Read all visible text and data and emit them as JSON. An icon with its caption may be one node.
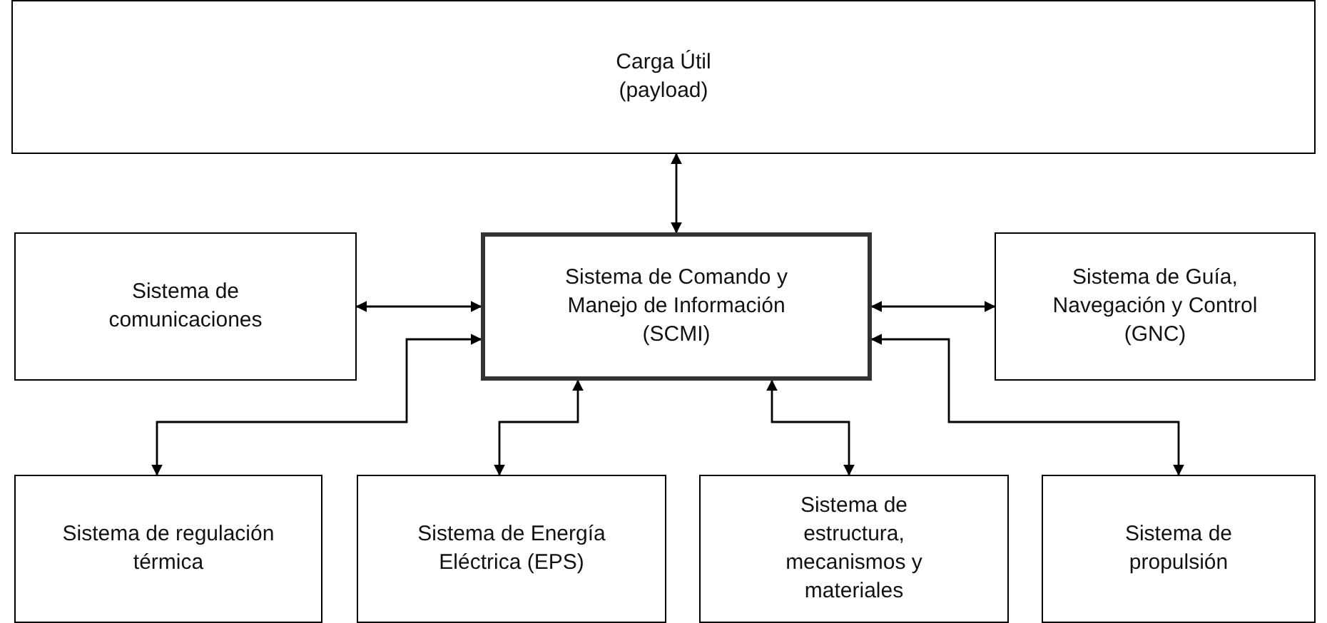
{
  "diagram": {
    "nodes": [
      {
        "text": [
          "Carga Útil (payload)"
        ]
      },
      {
        "text": [
          "Sistema de comunicaciones"
        ]
      },
      {
        "text": [
          "Sistema de Comando y Manejo de Información (SCMI)"
        ]
      },
      {
        "text": [
          "Sistema de Guía, Navegación y Control (GNC)"
        ]
      },
      {
        "text": [
          "Sistema de regulación térmica"
        ]
      },
      {
        "text": [
          "Sistema de Energía Eléctrica (EPS)"
        ]
      },
      {
        "text": [
          "Sistema de estructura, mecanismos y materiales"
        ]
      },
      {
        "text": [
          "Sistema de propulsión"
        ]
      }
    ],
    "edges": [
      {
        "from": 0,
        "to": 2,
        "arrow": "both"
      },
      {
        "from": 1,
        "to": 2,
        "arrow": "both"
      },
      {
        "from": 2,
        "to": 3,
        "arrow": "both"
      },
      {
        "from": 2,
        "to": 4,
        "arrow": "both"
      },
      {
        "from": 2,
        "to": 5,
        "arrow": "both"
      },
      {
        "from": 2,
        "to": 6,
        "arrow": "both"
      },
      {
        "from": 2,
        "to": 7,
        "arrow": "both"
      }
    ]
  }
}
